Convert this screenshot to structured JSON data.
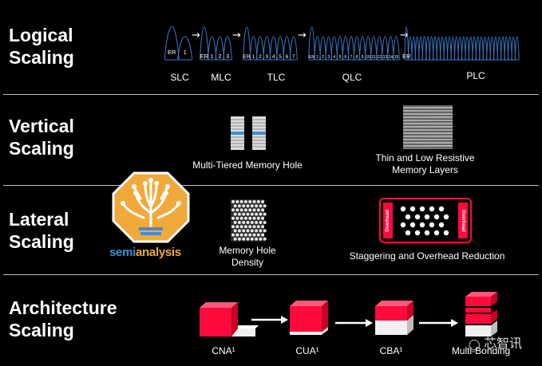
{
  "rows": [
    {
      "heading_line1": "Logical",
      "heading_line2": "Scaling"
    },
    {
      "heading_line1": "Vertical",
      "heading_line2": "Scaling"
    },
    {
      "heading_line1": "Lateral",
      "heading_line2": "Scaling"
    },
    {
      "heading_line1": "Architecture",
      "heading_line2": "Scaling"
    }
  ],
  "logical": {
    "cells": [
      {
        "name": "SLC",
        "states": [
          "ER",
          "1"
        ]
      },
      {
        "name": "MLC",
        "states": [
          "ER",
          "1",
          "2",
          "3"
        ]
      },
      {
        "name": "TLC",
        "states": [
          "ER",
          "1",
          "2",
          "3",
          "4",
          "5",
          "6",
          "7"
        ]
      },
      {
        "name": "QLC",
        "states": [
          "ER",
          "1",
          "2",
          "3",
          "4",
          "5",
          "6",
          "7",
          "8",
          "9",
          "10",
          "11",
          "12",
          "13",
          "14",
          "15"
        ]
      },
      {
        "name": "PLC",
        "states": [
          "ER"
        ]
      }
    ]
  },
  "vertical": {
    "item1": "Multi-Tiered Memory Hole",
    "item2_line1": "Thin and Low Resistive",
    "item2_line2": "Memory Layers"
  },
  "lateral": {
    "item1_line1": "Memory Hole",
    "item1_line2": "Density",
    "item2": "Staggering and Overhead Reduction",
    "overhead_label": "Overhead"
  },
  "logo": {
    "text_part1": "semi",
    "text_part2": "analysis"
  },
  "architecture": {
    "items": [
      "CNA¹",
      "CUA¹",
      "CBA¹",
      "Multi-Bonding"
    ]
  },
  "watermark": {
    "text": "芯智讯"
  },
  "colors": {
    "accent_red": "#ff0a3c",
    "line_blue": "#3a78c8",
    "logo_orange": "#f2a93b"
  }
}
